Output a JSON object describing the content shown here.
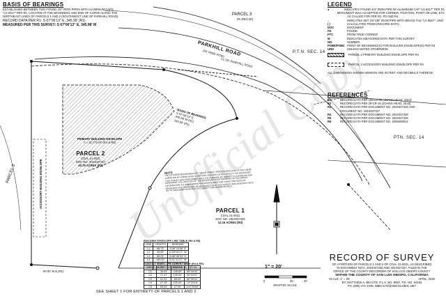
{
  "basis": {
    "heading": "BASIS OF BEARINGS",
    "lines": [
      "ESTABLISHED BETWEEN TWO FOUND 3/4\" IRON PIPES WITH ALUMINUM CAPS",
      "\"LS 6317\" PER R1, LOCATED AT THE BEGINNING AND END OF CURVE ALONG THE",
      "NORTHEAST LINES OF PARCELS 1 AND 2 (SOUTHWEST LINE OF PARKHILL ROAD).",
      "RECORD DATA PER R1:   S 67°06'13\" E, 345.99' (R1)",
      "MEASURED PER THIS SURVEY:   S 67°06'13\" E, 345.98' M"
    ]
  },
  "legend": {
    "heading": "LEGEND",
    "items": [
      {
        "sym": "●",
        "text": "INDICATES FOUND 3/4\" IRON PIPE W/ ALUMINUM CAP \"LS 6317\" PER R1"
      },
      {
        "sym": "",
        "text": "MONUMENT WAS ACCEPTED FOR CORNER, POSITION, POINT OR LINE, ETC"
      },
      {
        "sym": "",
        "text": "AS CALLED FOR PER R1, R3 AND R4."
      },
      {
        "sym": "○",
        "text": "INDICATES SET 3/4\"x36\" IRON PIPE WITH BRASS TAG \"LS 8557\", UNO"
      },
      {
        "sym": "( )",
        "text": "CALCULATED FROM (RECORD DATA)"
      },
      {
        "sym": "DOC",
        "text": "DOCUMENT"
      },
      {
        "sym": "FD",
        "text": "FOUND"
      },
      {
        "sym": "FTC",
        "text": "FROM TRUE CORNER"
      },
      {
        "sym": "M",
        "text": "INDICATES MEASURED DATA PER THIS SURVEY"
      },
      {
        "sym": "NO.",
        "text": "NUMBER"
      },
      {
        "sym": "POBE/POB2",
        "text": "POINT OF BEGINNING(S) FOR BUILDING ENVELOPE(S) PER R4"
      },
      {
        "sym": "UNO",
        "text": "UNLESS NOTED OTHERWISE"
      },
      {
        "sym": "",
        "text": "PARCEL 2 PRIMARY BUILDING ENVELOPE PER R4"
      },
      {
        "sym": "",
        "text": "PARCEL 2 ACCESSORY BUILDING ENVELOPE PER R4"
      }
    ],
    "note": "ALL DIMENSIONS SHOWN HEREON ARE IN FEET AND DECIMALS THEREOF."
  },
  "references": {
    "heading": "REFERENCES",
    "items": [
      {
        "code": "R1",
        "text": "RECORD DATA PER 108-LS-99 (JOANN HEAD, 2014)"
      },
      {
        "code": "R2",
        "text": "RECORD DATA PER 39-CR-16 (JOANN HEAD, 2018)"
      },
      {
        "code": "R3",
        "text": "RECORD DATA PER DOCUMENT NO. 2024037326 AND"
      },
      {
        "code": "",
        "text": "DOCUMENT NO. 2024037327"
      },
      {
        "code": "R4",
        "text": "RECORD DATA PER DOCUMENT NO. 2024037328"
      },
      {
        "code": "R5",
        "text": "RECORD DATA PER DOCUMENT NO. 2024037325"
      },
      {
        "code": "R6",
        "text": "RECORD DATA PER DOCUMENT NO. 2025008012"
      }
    ]
  },
  "map": {
    "parcel3": "PARCEL 3",
    "parcel3_sub": "(R=R6/4-30)",
    "parkhill_road": "PARKHILL ROAD",
    "road_sub": "(60' WIDE ROW)",
    "ptn_sec_14_top": "P.T.N. SEC. 14",
    "ptn_sec_14_right": "PTN. SEC. 14",
    "cl_parkhill": "CL OF PARKHILL ROAD",
    "basis_note_lines": [
      "BASIS OF BEARINGS",
      "S 67°06'13\" E",
      "345.98' M (R1)",
      "345.99' (R1)"
    ],
    "primary_envelope": "PRIMARY BUILDING ENVELOPE",
    "primary_envelope_sub": "A = 11,773 SF (R4 & R5)",
    "accessory_envelope": "ACCESSORY BUILDING ENVELOPE",
    "parcel2": {
      "title": "PARCEL 2",
      "line1": "COAL 21-0031",
      "line2": "DOC NO. 2024037327",
      "line3": "40.79 ACRES (R3)"
    },
    "parcel1": {
      "title": "PARCEL 1",
      "line1": "COAL 21-0031",
      "line2": "DOC NO. 2024037326",
      "line3": "12.16 ACRES (R3)"
    },
    "parcel_left": "PARCEL 3",
    "note_heading": "NOTE",
    "note_text": "THE EXTERIOR BOUNDARIES OF THE CO PARENT PARCELS PER COAL 21-0031 WERE SURVEYED BY JOANN HEAD IN 2014 AND 2018 AND DO NOT AFFECT THE BOUNDARY. THIS SURVEY WAS PERFORMED WITH THE PURPOSE OF SURVEY TO ESTABLISH AND MONUMENT THE LOCATION OF THE BOUNDARY AS ESTABLISHED BY RECORDED INFORMATION. ALL DIMENSIONS AND REFERENCES FOR THOSE PORTIONS OF BOUNDARY THAT WERE NOT RE-MEASURED WITH THIS SURVEY ARE INDICATED WITH AN \"M\" MEASURED DATA PER THIS SURVEY AND SHOWN IN BOLD.",
    "sheet_note": "SEE SHEET 1 FOR ENTIRETY OF PARCELS 1 AND 2",
    "bottom_dim": "60.00' M & (R1)"
  },
  "line_table": {
    "title": "BUILDING ENVELOPE LINE TABLE (R4 & R5)",
    "headers": [
      "LINE",
      "LENGTH",
      "BEARING"
    ],
    "rows": [
      [
        "L1",
        "68.75'",
        "S 89°13'56\" E"
      ],
      [
        "L2",
        "28.65'",
        "N 28°00'27\" W"
      ],
      [
        "L3",
        "68.26'",
        "N 88°48'33\" E"
      ],
      [
        "L4",
        "150.00'",
        "N 01°11'27\" W"
      ],
      [
        "L5",
        "80.00'",
        "N 89°59'36\" W"
      ],
      [
        "L6",
        "80.00'",
        "S 00°00'24\" W"
      ]
    ]
  },
  "curve_table": {
    "title": "BUILDING ENVELOPE CURVE TABLE (R4 & R5)",
    "headers": [
      "CURVE",
      "LENGTH",
      "RADIUS",
      "DELTA"
    ],
    "rows": [
      [
        "C1",
        "35.53'",
        "245.00'",
        "08°18'31\""
      ],
      [
        "C2",
        "71.47'",
        "135.00'",
        "30°19'57\""
      ],
      [
        "C3",
        "91.51'",
        "65.00'",
        "80°39'41\""
      ],
      [
        "C4",
        "27.39'",
        "125.00'",
        "12°33'16\""
      ],
      [
        "C5",
        "53.92'",
        "27.00'",
        "114°25'58\""
      ]
    ]
  },
  "scale": {
    "ratio": "1\" = 20'",
    "ticks": [
      "0",
      "20",
      "40"
    ],
    "label": "GRAPHIC SCALE"
  },
  "title_block": {
    "title": "RECORD OF SURVEY",
    "lines": [
      "OF A PORTION OF PARCELS 1 AND 2 OF COAL 21-0031, AS DESCRIBED",
      "IN DOCUMENT NO'S. 2024037326 AND 2024037327, FILED IN THE",
      "OFFICE OF THE COUNTY RECORDER OF SAN LUIS OBISPO COUNTY"
    ],
    "county": "WITHIN THE COUNTY OF SAN LUIS OBISPO, CALIFORNIA",
    "scale": "SCALE: 1\" = 20'",
    "date": "APRIL, 2025",
    "by": "BY: MATTHEW A. BEAUTZ, P.L.S. NO. 8557, P.E. NO. 64163",
    "phone": "PH: (805) 471-1049, MBEAUTZ@SBCGLOBAL.NET"
  },
  "watermark": "Unofficial Copy",
  "colors": {
    "ink": "#111111",
    "hatch": "#555555",
    "watermark": "#8c8c8c"
  }
}
